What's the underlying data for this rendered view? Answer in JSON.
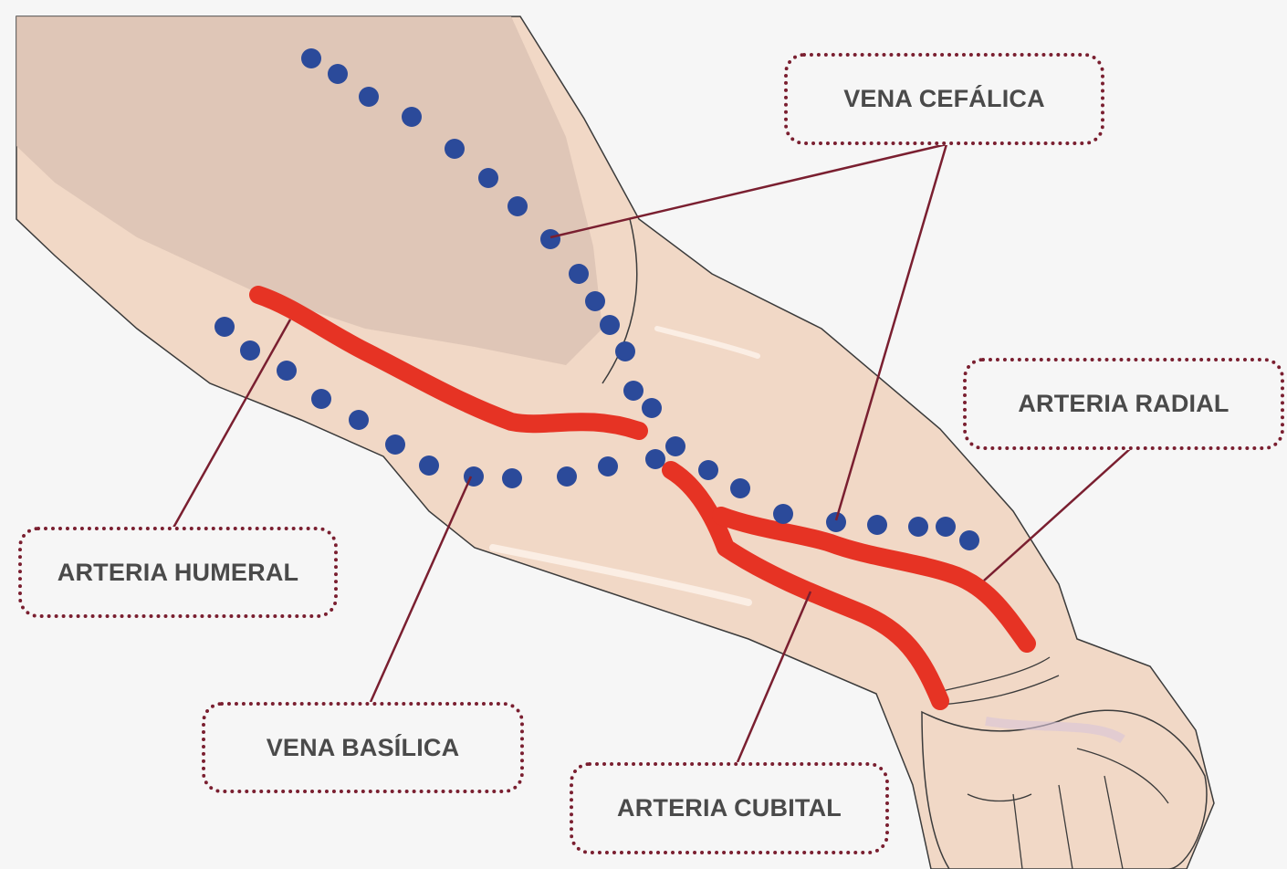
{
  "labels": {
    "vena_cefalica": "VENA CEFÁLICA",
    "arteria_radial": "ARTERIA RADIAL",
    "arteria_humeral": "ARTERIA HUMERAL",
    "vena_basilica": "VENA BASÍLICA",
    "arteria_cubital": "ARTERIA CUBITAL"
  },
  "colors": {
    "skin": "#f1d8c6",
    "skin_shadow": "#dcc3b4",
    "outline": "#3b3b3b",
    "vein_dot": "#2b4a9a",
    "artery": "#e63324",
    "leader": "#7a1f30",
    "label_text": "#4a4a4a"
  }
}
